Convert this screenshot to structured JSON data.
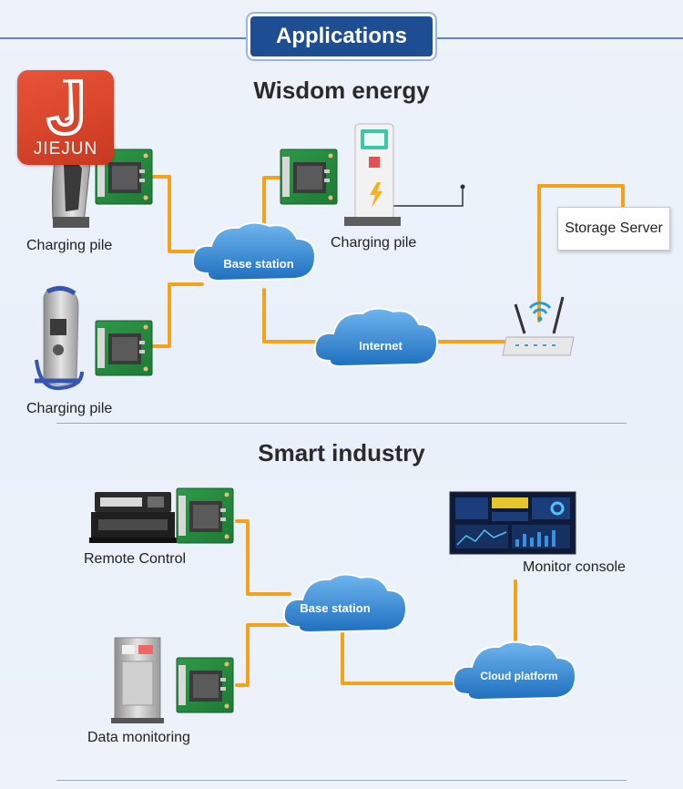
{
  "header": {
    "title": "Applications"
  },
  "logo": {
    "text": "JIEJUN"
  },
  "wisdom": {
    "title": "Wisdom energy",
    "charging_pile_1": "Charging pile",
    "charging_pile_2": "Charging pile",
    "charging_pile_3": "Charging pile",
    "base_station": "Base station",
    "internet": "Internet",
    "storage_server": "Storage Server"
  },
  "industry": {
    "title": "Smart industry",
    "remote_control": "Remote Control",
    "data_monitoring": "Data monitoring",
    "base_station": "Base station",
    "cloud_platform": "Cloud platform",
    "monitor_console": "Monitor console"
  },
  "colors": {
    "accent": "#1d4e94",
    "line": "#f5a21b",
    "cloud": "#2e85d0"
  }
}
